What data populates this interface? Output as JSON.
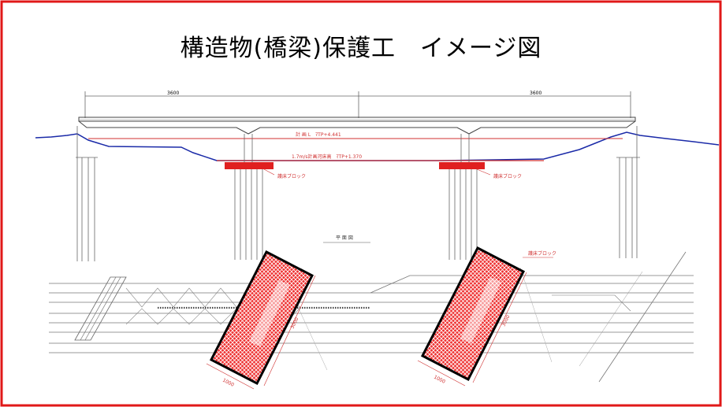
{
  "title": "構造物(橋梁)保護工　イメージ図",
  "colors": {
    "frame": "#e01818",
    "block": "#e02020",
    "ground": "#1a2aa8",
    "line": "#555555"
  },
  "elevation": {
    "span_left": "3600",
    "span_right": "3600",
    "level_upper": "計 画 L　ﾏTP+4.441",
    "level_lower": "1.7m/s計画河床高　ﾏTP+1.370",
    "block_label_left": "護床ブロック",
    "block_label_right": "護床ブロック"
  },
  "plan": {
    "heading": "平 面 図",
    "block_label": "護床ブロック",
    "dim_length_left": "3000",
    "dim_length_right": "3000",
    "dim_width_left": "1000",
    "dim_width_right": "1000"
  }
}
